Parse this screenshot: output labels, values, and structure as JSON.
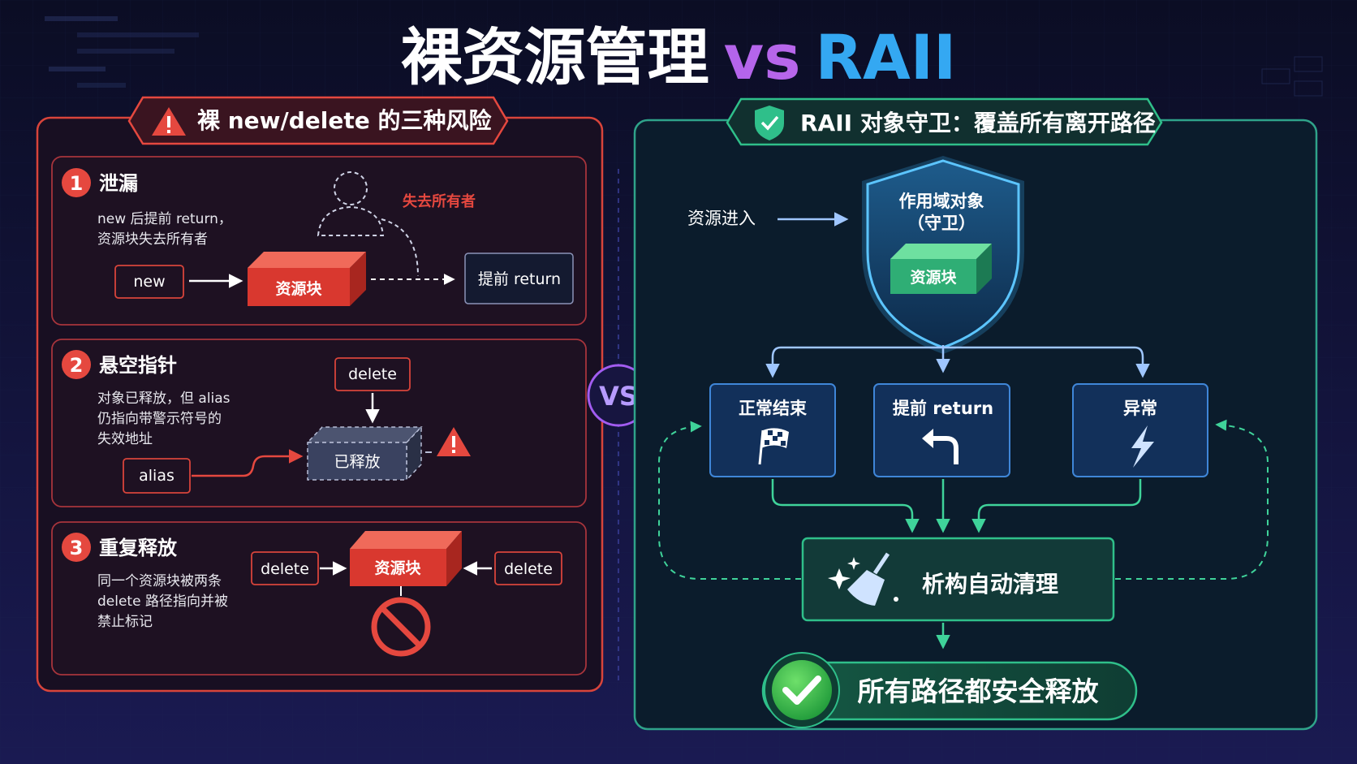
{
  "title": {
    "main": "裸资源管理",
    "vs": "vs",
    "raii": "RAII"
  },
  "left": {
    "header": "裸 new/delete 的三种风险",
    "risks": [
      {
        "num": "1",
        "title": "泄漏",
        "desc": [
          "new 后提前 return，",
          "资源块失去所有者"
        ],
        "new_label": "new",
        "block_label": "资源块",
        "return_label": "提前 return",
        "owner_lost": "失去所有者"
      },
      {
        "num": "2",
        "title": "悬空指针",
        "desc": [
          "对象已释放，但 alias",
          "仍指向带警示符号的",
          "失效地址"
        ],
        "delete_label": "delete",
        "freed_label": "已释放",
        "alias_label": "alias"
      },
      {
        "num": "3",
        "title": "重复释放",
        "desc": [
          "同一个资源块被两条",
          "delete 路径指向并被",
          "禁止标记"
        ],
        "delete_left": "delete",
        "block_label": "资源块",
        "delete_right": "delete"
      }
    ]
  },
  "vs_badge": "VS",
  "right": {
    "header": "RAII 对象守卫：覆盖所有离开路径",
    "enter_label": "资源进入",
    "shield_line1": "作用域对象",
    "shield_line2": "（守卫）",
    "block_label": "资源块",
    "exits": [
      "正常结束",
      "提前 return",
      "异常"
    ],
    "cleanup_label": "析构自动清理",
    "result_label": "所有路径都安全释放"
  },
  "colors": {
    "danger": "#e5483f",
    "safe": "#2fbf8a",
    "accent_blue": "#38a9f0",
    "accent_purple": "#b35cf2"
  }
}
